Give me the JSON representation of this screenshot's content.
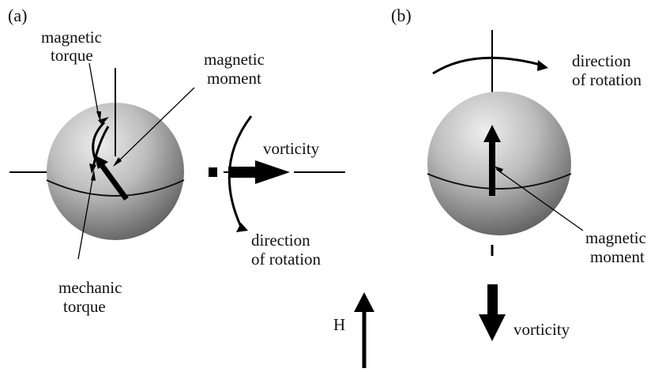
{
  "panel_a": {
    "label": "(a)",
    "magnetic_torque": [
      "magnetic",
      "torque"
    ],
    "magnetic_moment": [
      "magnetic",
      "moment"
    ],
    "vorticity": "vorticity",
    "direction_of_rotation": [
      "direction",
      "of rotation"
    ],
    "mechanic_torque": [
      "mechanic",
      "torque"
    ]
  },
  "field": {
    "label": "H"
  },
  "panel_b": {
    "label": "(b)",
    "direction_of_rotation": [
      "direction",
      "of rotation"
    ],
    "magnetic_moment": [
      "magnetic",
      "moment"
    ],
    "vorticity": "vorticity"
  },
  "colors": {
    "ink": "#000000",
    "sphere_light": "#e6e6e6",
    "sphere_dark": "#5a5a5a"
  }
}
